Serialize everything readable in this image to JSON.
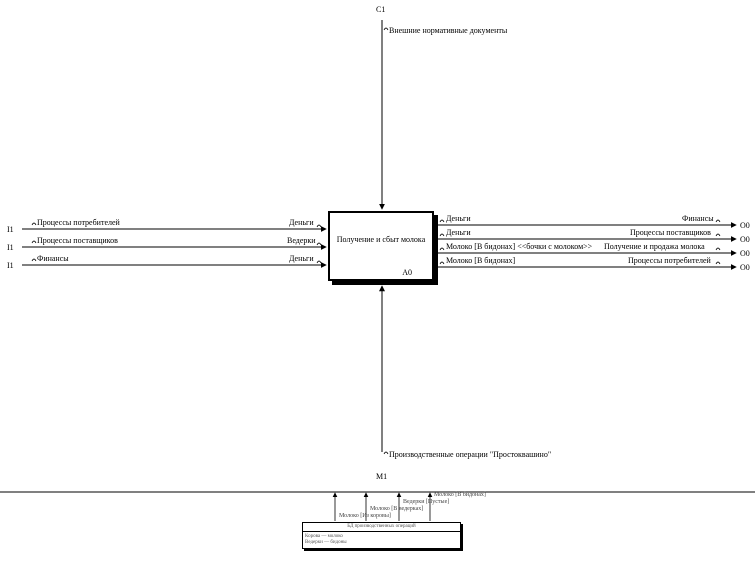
{
  "diagram": {
    "activity": {
      "title": "Получение и сбыт молока",
      "number": "A0"
    },
    "control": {
      "code": "C1",
      "label": "Внешние нормативные документы"
    },
    "mechanism": {
      "code": "M1",
      "label": "Производственные операции \"Простоквашино\""
    },
    "inputs": [
      {
        "code": "I1",
        "outer_label": "Процессы потребителей",
        "inner_label": "Деньги"
      },
      {
        "code": "I1",
        "outer_label": "Процессы поставщиков",
        "inner_label": "Ведерки"
      },
      {
        "code": "I1",
        "outer_label": "Финансы",
        "inner_label": "Деньги"
      }
    ],
    "outputs": [
      {
        "code": "O0",
        "inner_label": "Деньги",
        "outer_label": "Финансы"
      },
      {
        "code": "O0",
        "inner_label": "Деньги",
        "outer_label": "Процессы поставщиков"
      },
      {
        "code": "O0",
        "inner_label": "Молоко [В бидонах] <<бочки с молоком>>",
        "outer_label": "Получение и продажа молока"
      },
      {
        "code": "O0",
        "inner_label": "Молоко [В бидонах]",
        "outer_label": "Процессы потребителей"
      }
    ],
    "subpanel": {
      "title": "БД производственных операций",
      "rows": [
        "Корова — молоко",
        "Ведерки — бидоны"
      ],
      "arrows": [
        "Молоко [Из коровы]",
        "Молоко [В ведерках]",
        "Ведерки [Пустые]",
        "Молоко [В бидонах]"
      ]
    }
  }
}
